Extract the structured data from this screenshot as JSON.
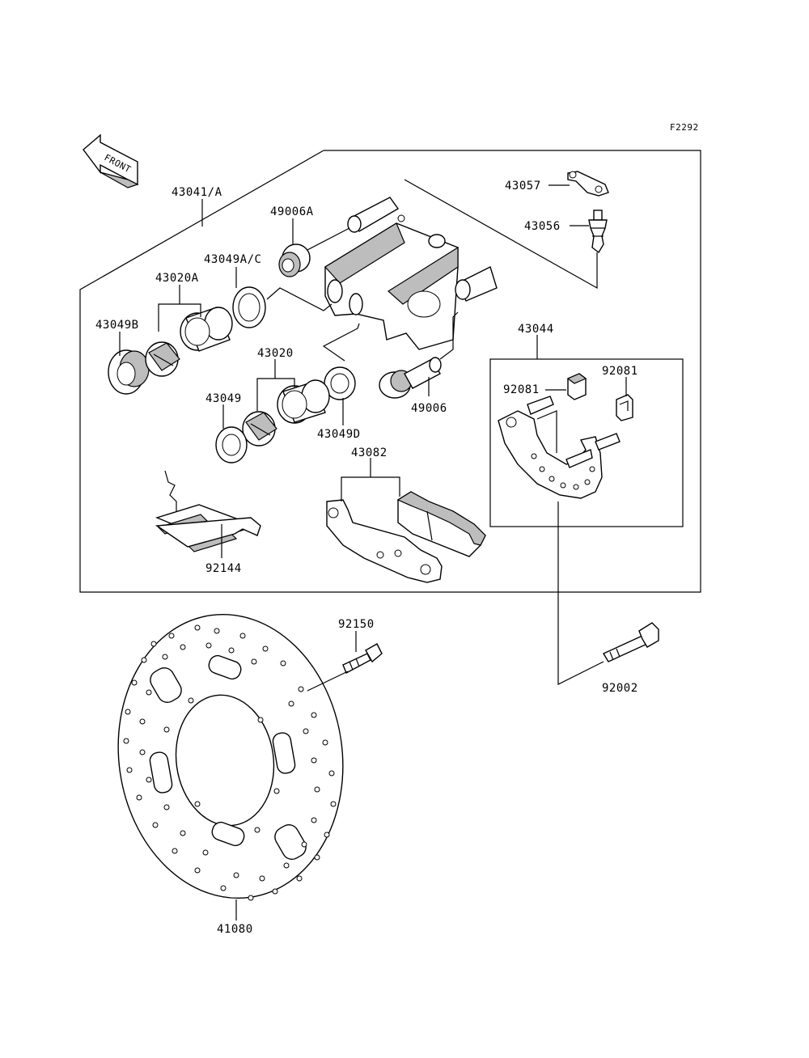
{
  "figure_code": "F2292",
  "front_arrow_text": "FRONT",
  "parts": {
    "p43041A": "43041/A",
    "p49006A": "49006A",
    "p43049AC": "43049A/C",
    "p43020A": "43020A",
    "p43049B": "43049B",
    "p43020": "43020",
    "p43049": "43049",
    "p43049D": "43049D",
    "p49006": "49006",
    "p43057": "43057",
    "p43056": "43056",
    "p43044": "43044",
    "p92081a": "92081",
    "p92081b": "92081",
    "p43082": "43082",
    "p92144": "92144",
    "p92150": "92150",
    "p92002": "92002",
    "p41080": "41080"
  }
}
